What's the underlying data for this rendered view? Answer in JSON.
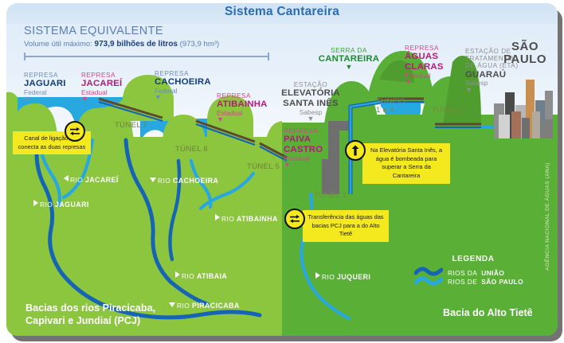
{
  "header": {
    "title": "Sistema Cantareira"
  },
  "equivalent_system": {
    "heading": "SISTEMA EQUIVALENTE",
    "volume_prefix": "Volume útil máximo: ",
    "volume_value": "973,9 bilhões de litros",
    "volume_suffix": " (973,9 hm³)"
  },
  "reservoirs": [
    {
      "kicker": "REPRESA",
      "name": "JAGUARI",
      "sub": "Federal",
      "color": "blue"
    },
    {
      "kicker": "REPRESA",
      "name": "JACAREÍ",
      "sub": "Estadual",
      "color": "pink"
    },
    {
      "kicker": "REPRESA",
      "name": "CACHOEIRA",
      "sub": "Federal",
      "color": "blue"
    },
    {
      "kicker": "REPRESA",
      "name": "ATIBAINHA",
      "sub": "Estadual",
      "color": "pink"
    },
    {
      "kicker": "REPRESA",
      "name": "PAIVA CASTRO",
      "name_l1": "PAIVA",
      "name_l2": "CASTRO",
      "sub": "Estadual",
      "color": "pink"
    },
    {
      "kicker": "REPRESA",
      "name": "ÁGUAS CLARAS",
      "name_l1": "ÁGUAS",
      "name_l2": "CLARAS",
      "sub": "Estadual",
      "color": "pink"
    }
  ],
  "facilities": {
    "serra": {
      "kicker": "SERRA DA",
      "name": "CANTAREIRA"
    },
    "elevatoria": {
      "kicker": "ESTAÇÃO",
      "name_l1": "ELEVATÓRIA",
      "name_l2": "SANTA INÊS",
      "sub": "Sabesp"
    },
    "eta": {
      "kicker_l1": "ESTAÇÃO DE",
      "kicker_l2": "TRATAMENTO",
      "kicker_l3": "DE ÁGUA (ETA)",
      "name": "GUARAÚ",
      "sub": "Sabesp"
    },
    "city": {
      "line1": "SÃO",
      "line2": "PAULO"
    }
  },
  "tunnels": [
    {
      "label": "TÚNEL 7"
    },
    {
      "label": "TÚNEL 6"
    },
    {
      "label": "TÚNEL 5"
    },
    {
      "label": "TÚNEL 3"
    },
    {
      "label": "TÚNEIS",
      "label2": "1 e 4"
    },
    {
      "label": "TÚNEL 2"
    }
  ],
  "rivers": [
    {
      "kicker": "RIO ",
      "name": "JACAREÍ"
    },
    {
      "kicker": "RIO ",
      "name": "JAGUARI"
    },
    {
      "kicker": "RIO ",
      "name": "CACHOEIRA"
    },
    {
      "kicker": "RIO ",
      "name": "ATIBAINHA"
    },
    {
      "kicker": "RIO ",
      "name": "ATIBAIA"
    },
    {
      "kicker": "RIO ",
      "name": "PIRACICABA"
    },
    {
      "kicker": "RIO ",
      "name": "JUQUERI"
    }
  ],
  "callouts": {
    "canal": "Canal de ligação que conecta as duas represas",
    "transfer": "Transferência das águas das bacias PCJ para a do Alto Tietê",
    "pump": "Na Elevatória Santa Inês, a água é bombeada para superar a Serra da Cantareira"
  },
  "legend": {
    "title": "LEGENDA",
    "items": [
      {
        "prefix": "RIOS DA ",
        "strong": "UNIÃO",
        "color": "#1664b4"
      },
      {
        "prefix": "RIOS DE ",
        "strong": "SÃO PAULO",
        "color": "#29a8e0"
      }
    ]
  },
  "basins": {
    "pcj_l1": "Bacias dos rios Piracicaba,",
    "pcj_l2": "Capivari e Jundiaí (PCJ)",
    "alto_tiete": "Bacia do Alto Tietê"
  },
  "credit": "AGÊNCIA NACIONAL DE ÁGUAS (ANA)",
  "colors": {
    "sky": "#e3eef8",
    "green_pcj": "#8cc63e",
    "green_at": "#5aaf36",
    "water": "#29a8e0",
    "river_uniao": "#1664b4",
    "river_sp": "#29a8e0",
    "yellow": "#f4e81e",
    "pink": "#b5197a",
    "blue_dark": "#123c7a"
  }
}
